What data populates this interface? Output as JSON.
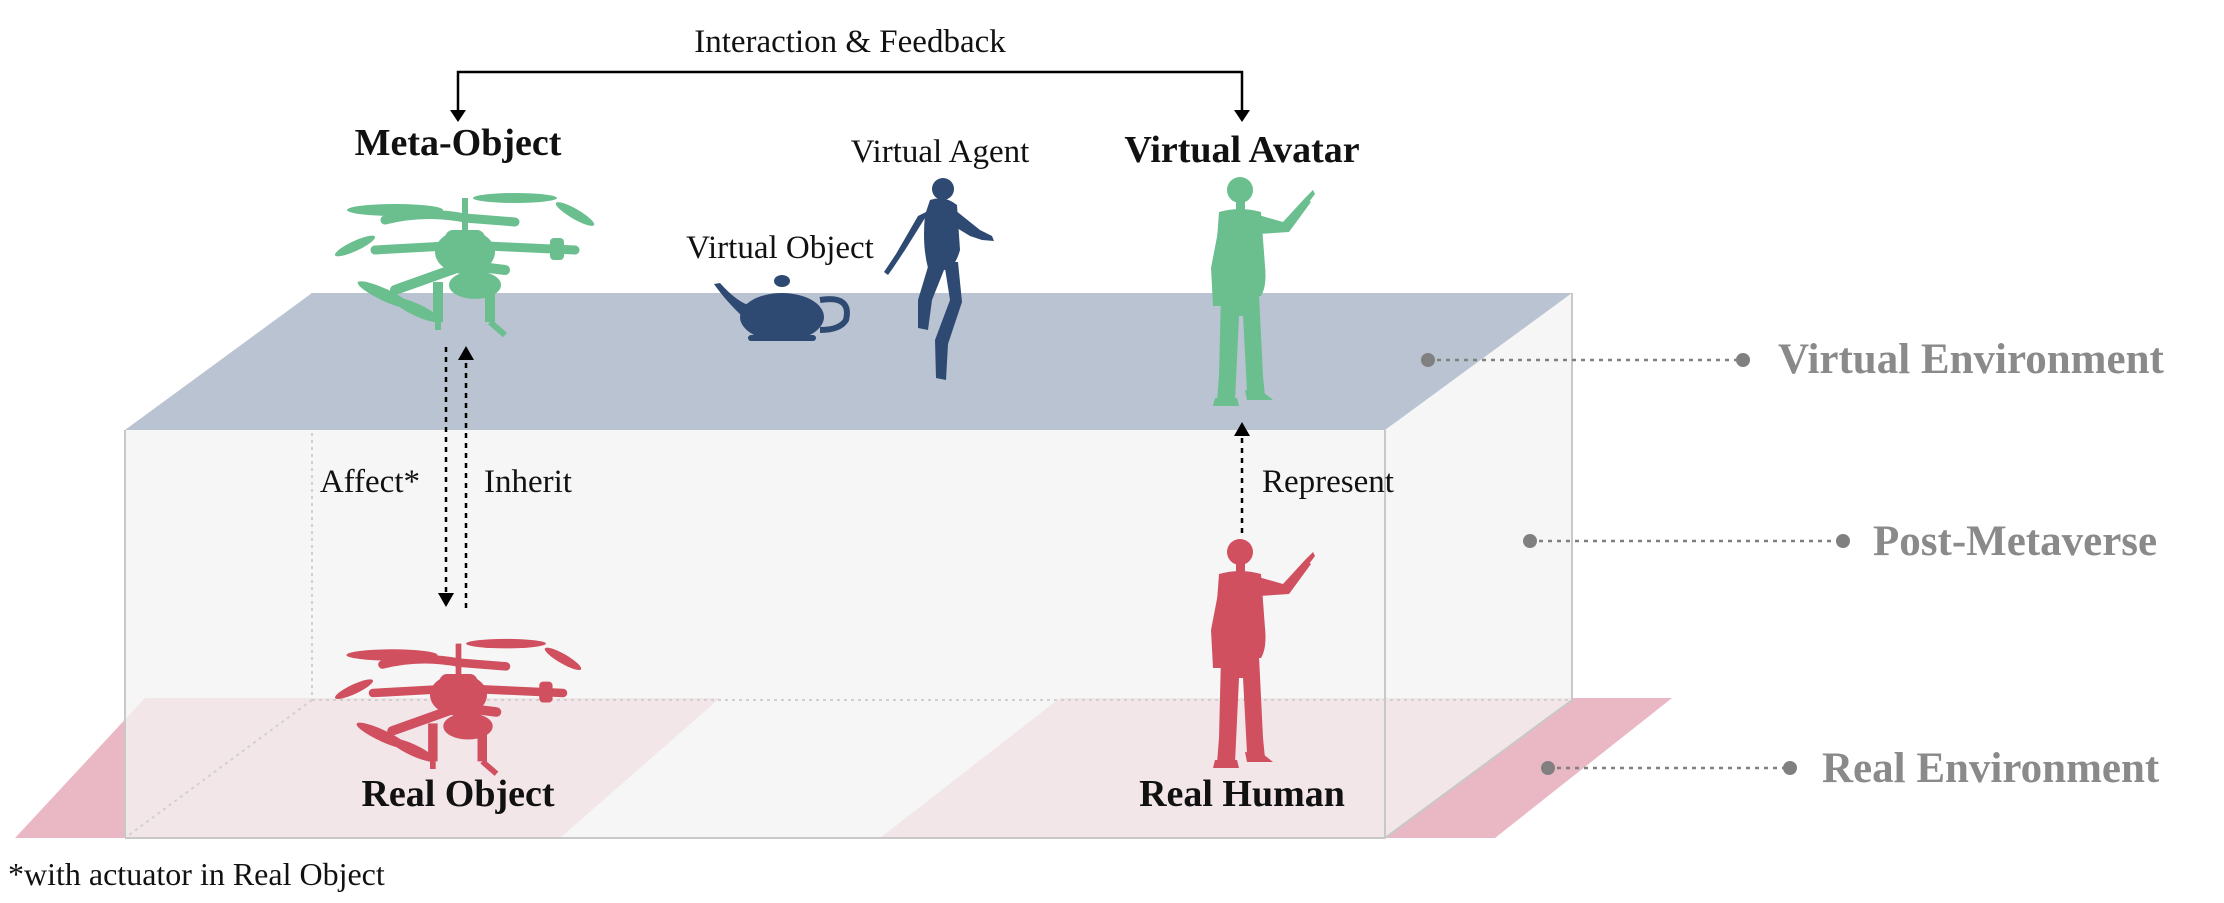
{
  "diagram": {
    "top_connector_label": "Interaction & Feedback",
    "entities": {
      "meta_object": "Meta-Object",
      "virtual_agent": "Virtual Agent",
      "virtual_avatar": "Virtual Avatar",
      "virtual_object": "Virtual Object",
      "real_object": "Real Object",
      "real_human": "Real Human"
    },
    "relations": {
      "affect": "Affect*",
      "inherit": "Inherit",
      "represent": "Represent"
    },
    "layers": {
      "virtual_environment": "Virtual Environment",
      "post_metaverse": "Post-Metaverse",
      "real_environment": "Real Environment"
    },
    "footnote": "*with actuator in Real Object",
    "colors": {
      "meta_green": "#6bbf8f",
      "real_red": "#d05060",
      "virtual_navy": "#2f4a72",
      "virtual_plane": "#b9c3d1",
      "real_plane": "#eab8c4",
      "box_fill": "#f3f3f3",
      "layer_label_gray": "#8a8a8a"
    },
    "icons": {
      "meta_object": "drone-icon",
      "real_object": "drone-icon",
      "virtual_object": "teapot-icon",
      "virtual_agent": "running-person-icon",
      "virtual_avatar": "pointing-person-icon",
      "real_human": "pointing-person-icon"
    }
  }
}
